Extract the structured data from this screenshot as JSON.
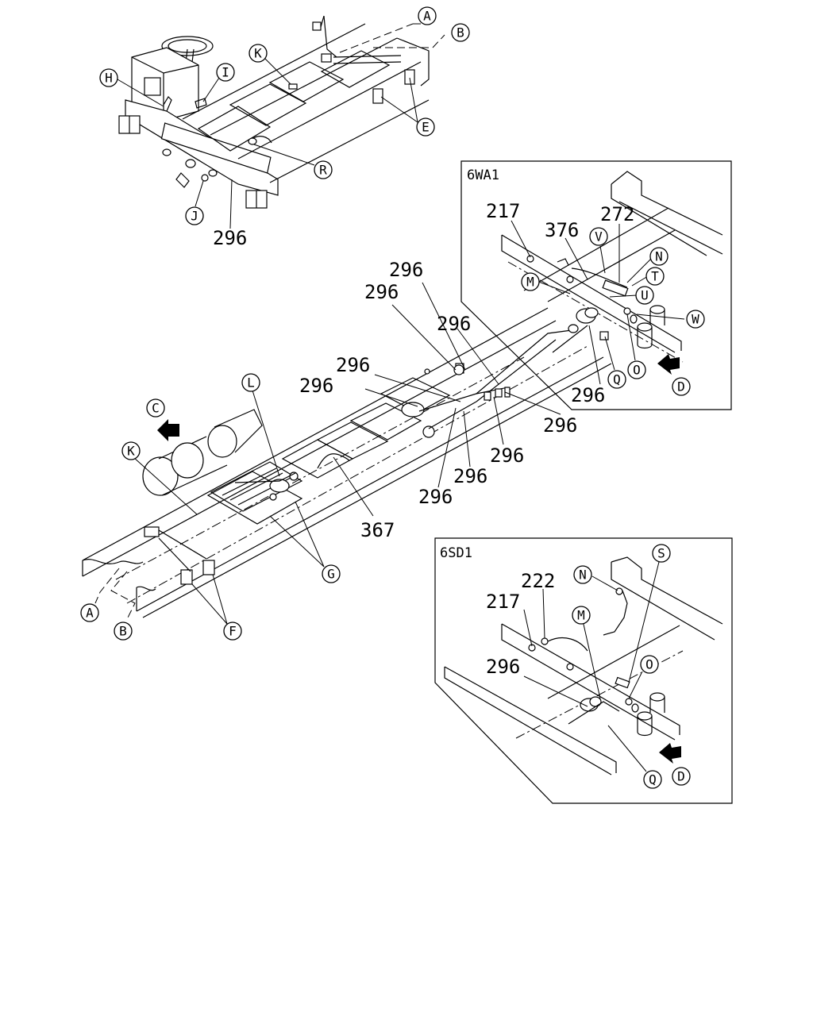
{
  "insets": {
    "wa": {
      "title": "6WA1"
    },
    "sd": {
      "title": "6SD1"
    }
  },
  "callouts": {
    "A": "A",
    "B": "B",
    "C": "C",
    "D": "D",
    "E": "E",
    "F": "F",
    "G": "G",
    "H": "H",
    "I": "I",
    "J": "J",
    "K": "K",
    "L": "L",
    "M": "M",
    "N": "N",
    "O": "O",
    "Q": "Q",
    "R": "R",
    "S": "S",
    "T": "T",
    "U": "U",
    "V": "V",
    "W": "W"
  },
  "parts": {
    "p296": "296",
    "p367": "367",
    "p217": "217",
    "p222": "222",
    "p272": "272",
    "p376": "376"
  }
}
